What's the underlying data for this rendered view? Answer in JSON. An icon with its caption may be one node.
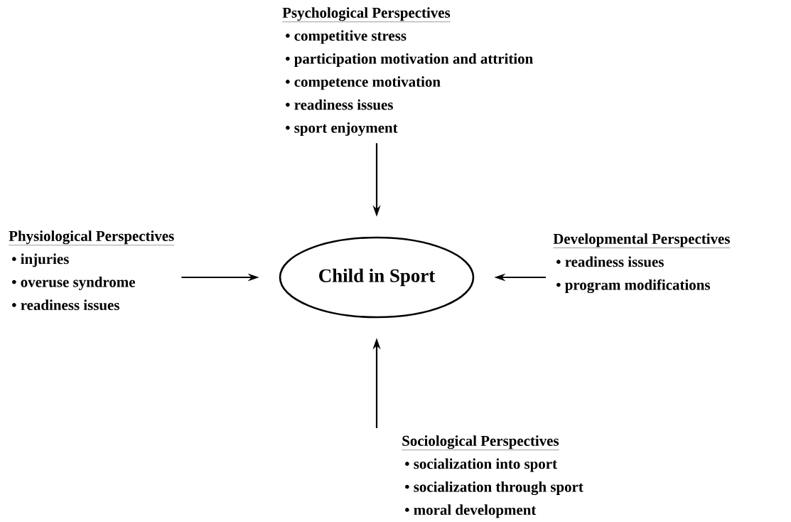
{
  "diagram": {
    "nodes": [
      {
        "text": [
          "Psychological Perspectives",
          "• competitive stress",
          "• participation motivation and attrition",
          "• competence motivation",
          "• readiness issues",
          "• sport enjoyment"
        ]
      },
      {
        "text": [
          "Physiological Perspectives",
          "• injuries",
          "• overuse syndrome",
          "• readiness issues"
        ]
      },
      {
        "text": [
          "Child in Sport"
        ]
      },
      {
        "text": [
          "Developmental  Perspectives",
          "• readiness issues",
          "• program modifications"
        ]
      },
      {
        "text": [
          "Sociological Perspectives",
          "• socialization into sport",
          "• socialization through sport",
          "• moral development"
        ]
      }
    ],
    "edges": [
      {
        "from": 0,
        "to": 2,
        "arrow": "to"
      },
      {
        "from": 1,
        "to": 2,
        "arrow": "to"
      },
      {
        "from": 3,
        "to": 2,
        "arrow": "to"
      },
      {
        "from": 4,
        "to": 2,
        "arrow": "to"
      }
    ]
  }
}
